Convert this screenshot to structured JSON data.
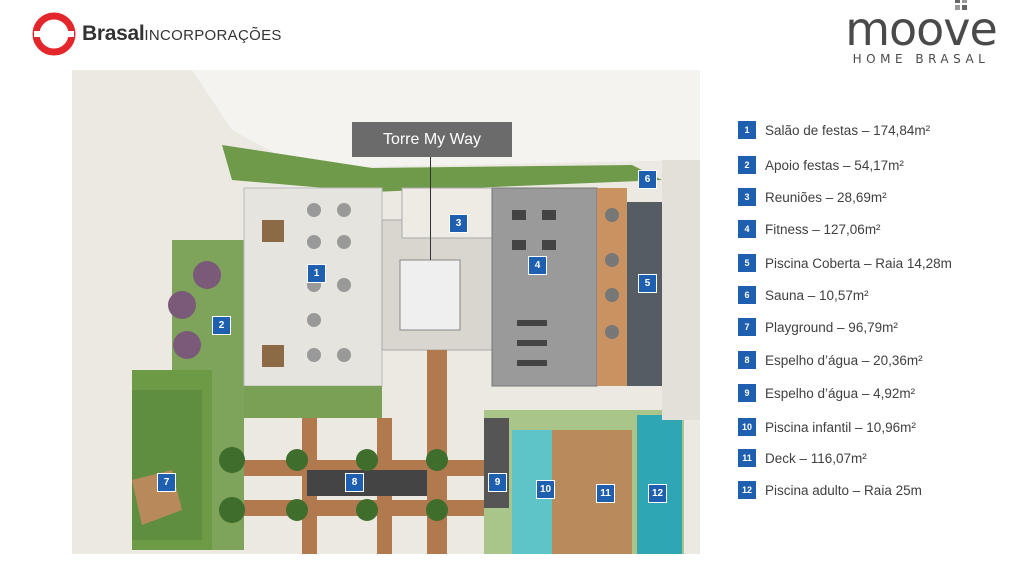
{
  "brand_left": {
    "name_bold": "Brasal",
    "name_rest": "INCORPORAÇÕES"
  },
  "brand_right": {
    "word": "moove",
    "subtitle": "HOME BRASAL"
  },
  "tower": {
    "label": "Torre My Way"
  },
  "legend": [
    {
      "num": "1",
      "text": "Salão de festas – 174,84m²"
    },
    {
      "num": "2",
      "text": "Apoio festas – 54,17m²"
    },
    {
      "num": "3",
      "text": "Reuniões – 28,69m²"
    },
    {
      "num": "4",
      "text": "Fitness – 127,06m²"
    },
    {
      "num": "5",
      "text": "Piscina Coberta – Raia 14,28m"
    },
    {
      "num": "6",
      "text": "Sauna – 10,57m²"
    },
    {
      "num": "7",
      "text": "Playground – 96,79m²"
    },
    {
      "num": "8",
      "text": "Espelho d’água – 20,36m²"
    },
    {
      "num": "9",
      "text": "Espelho d’água – 4,92m²"
    },
    {
      "num": "10",
      "text": "Piscina infantil – 10,96m²"
    },
    {
      "num": "11",
      "text": "Deck – 116,07m²"
    },
    {
      "num": "12",
      "text": "Piscina adulto – Raia 25m"
    }
  ],
  "plan_markers": [
    "1",
    "2",
    "3",
    "4",
    "5",
    "6",
    "7",
    "8",
    "9",
    "10",
    "11",
    "12"
  ],
  "colors": {
    "marker_blue": "#1f5fb0",
    "brasal_red": "#e3262b",
    "label_gray": "#6b6b6b"
  }
}
